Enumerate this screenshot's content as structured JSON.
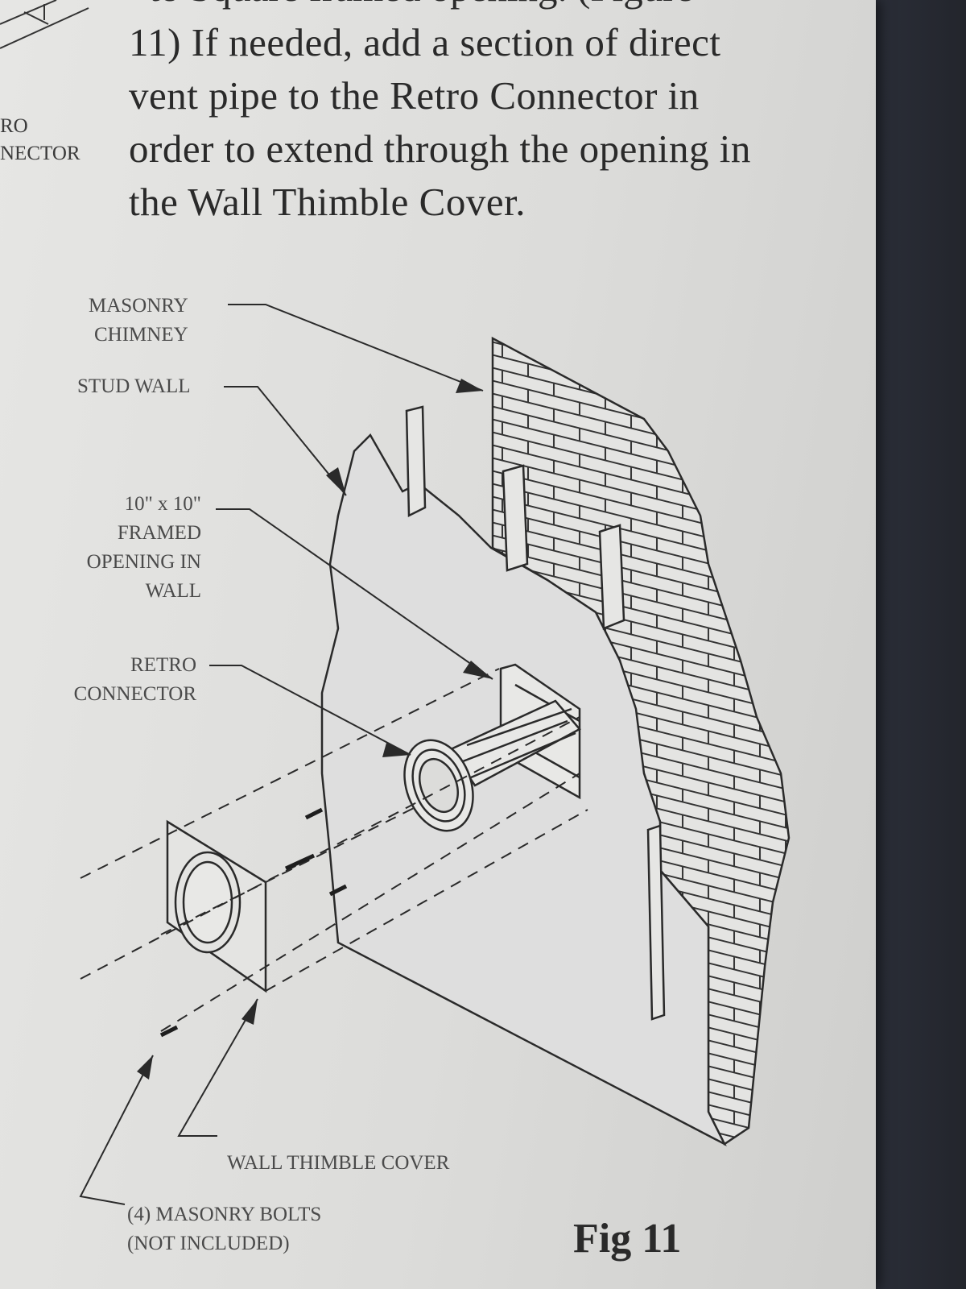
{
  "instructions": {
    "top_fragment": "to Square framed opening. (Figure",
    "lines": [
      "11) If needed, add a section of direct",
      "vent pipe to the Retro Connector in",
      "order to extend through the opening in",
      "the Wall Thimble Cover."
    ]
  },
  "left_fragment": {
    "line1": "RO",
    "line2": "NECTOR"
  },
  "diagram": {
    "labels": {
      "masonry_chimney": [
        "MASONRY",
        "CHIMNEY"
      ],
      "stud_wall": "STUD WALL",
      "framed_opening": [
        "10\" x 10\"",
        "FRAMED",
        "OPENING IN",
        "WALL"
      ],
      "retro_connector": [
        "RETRO",
        "CONNECTOR"
      ],
      "wall_thimble_cover": "WALL THIMBLE COVER",
      "masonry_bolts": [
        "(4) MASONRY BOLTS",
        "(NOT INCLUDED)"
      ]
    },
    "figure_caption": "Fig 11"
  },
  "colors": {
    "paper": "#e0e0de",
    "ink": "#2a2a2a",
    "label_ink": "#4a4a4a"
  }
}
